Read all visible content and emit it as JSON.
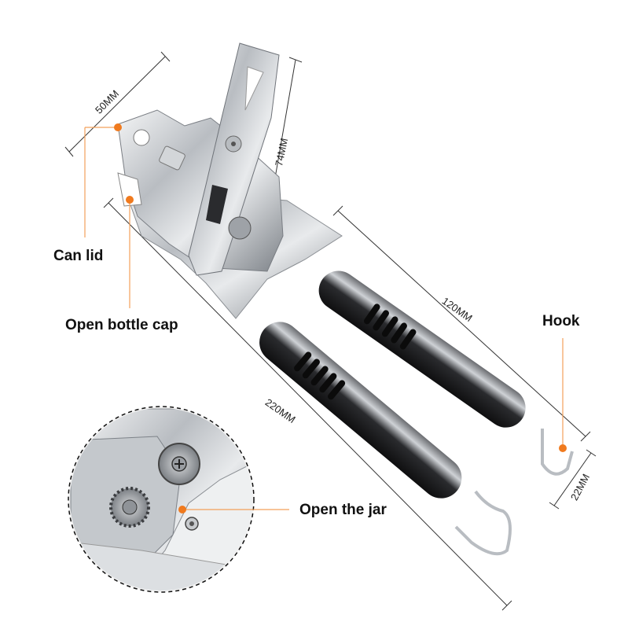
{
  "labels": {
    "can_lid": "Can lid",
    "open_bottle_cap": "Open bottle cap",
    "hook": "Hook",
    "open_the_jar": "Open the jar"
  },
  "dimensions": {
    "head_width": "50MM",
    "head_height": "74MM",
    "handle_length": "120MM",
    "total_length": "220MM",
    "hook_width": "22MM"
  },
  "colors": {
    "callout_dot": "#f07a1e",
    "callout_line": "#f3a15a",
    "steel": "#c9ccd0",
    "handle_dark": "#1c1c1e"
  }
}
